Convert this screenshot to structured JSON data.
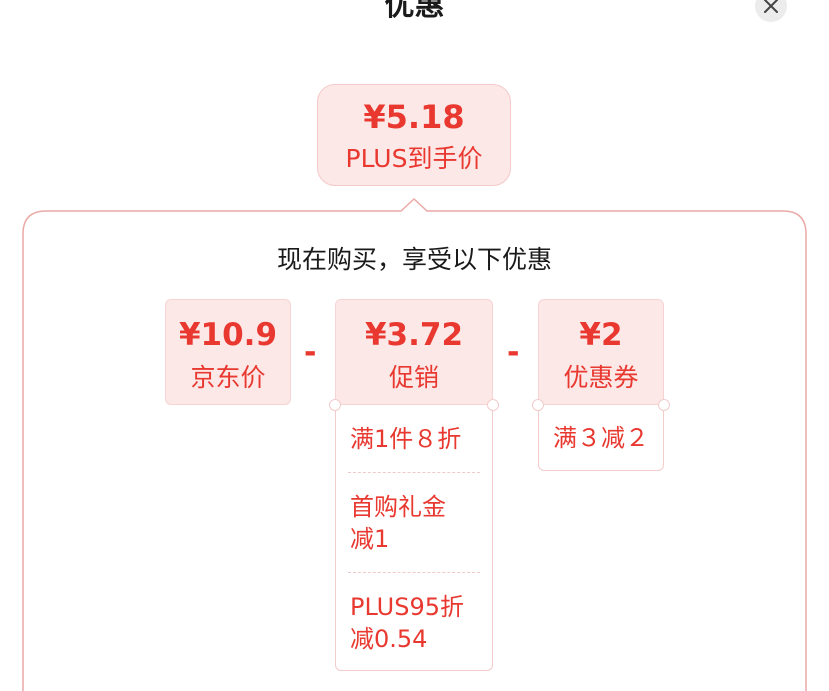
{
  "header": {
    "title": "优惠",
    "close_icon": "close-icon"
  },
  "final_price": {
    "value": "¥5.18",
    "label": "PLUS到手价"
  },
  "panel": {
    "title": "现在购买，享受以下优惠",
    "operators": [
      "-",
      "-"
    ],
    "cards": [
      {
        "price": "¥10.9",
        "label": "京东价"
      },
      {
        "price": "¥3.72",
        "label": "促销"
      },
      {
        "price": "¥2",
        "label": "优惠券"
      }
    ],
    "promotions": [
      "满1件８折",
      "首购礼金\n减1",
      "PLUS95折\n减0.54"
    ],
    "coupons": [
      "满３减２"
    ]
  },
  "colors": {
    "accent": "#e8382f",
    "card_bg": "#fde8e8",
    "border": "#eaa9a5"
  }
}
